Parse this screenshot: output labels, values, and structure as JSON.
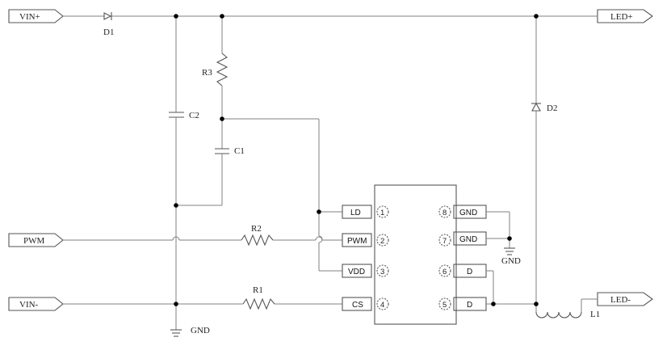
{
  "ports": {
    "vin_plus": "VIN+",
    "pwm": "PWM",
    "vin_minus": "VIN-",
    "led_plus": "LED+",
    "led_minus": "LED-"
  },
  "components": {
    "d1": "D1",
    "d2": "D2",
    "r1": "R1",
    "r2": "R2",
    "r3": "R3",
    "c1": "C1",
    "c2": "C2",
    "l1": "L1"
  },
  "gnd_labels": {
    "bottom": "GND",
    "right": "GND"
  },
  "ic": {
    "left_pins": [
      {
        "name": "LD",
        "num": "1"
      },
      {
        "name": "PWM",
        "num": "2"
      },
      {
        "name": "VDD",
        "num": "3"
      },
      {
        "name": "CS",
        "num": "4"
      }
    ],
    "right_pins": [
      {
        "name": "GND",
        "num": "8"
      },
      {
        "name": "GND",
        "num": "7"
      },
      {
        "name": "D",
        "num": "6"
      },
      {
        "name": "D",
        "num": "5"
      }
    ]
  }
}
